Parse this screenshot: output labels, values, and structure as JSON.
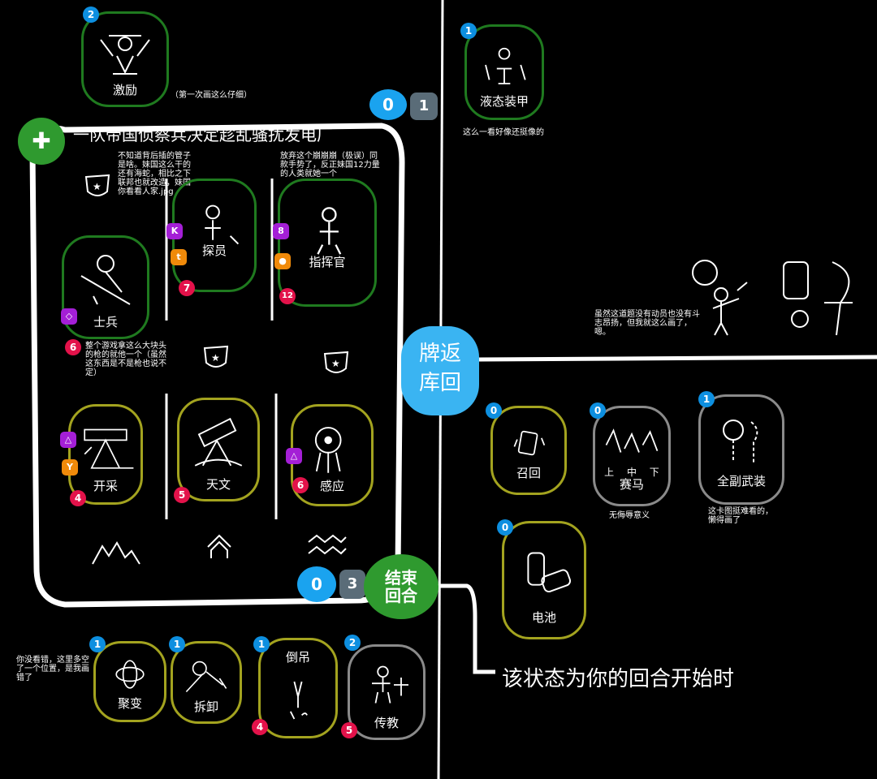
{
  "colors": {
    "green": "#1f7a1f",
    "olive": "#a3a31f",
    "grey": "#8a8a8a",
    "blue": "#3ab4f2",
    "cost": "#0d8fe0",
    "red": "#e3124a",
    "purple": "#a41fd6",
    "orange": "#f08a0a"
  },
  "top_card": {
    "cost": "2",
    "name": "激励",
    "note": "（第一次画这么仔细）"
  },
  "counters": {
    "left_zero": "0",
    "left_one": "1",
    "bottom_zero": "0",
    "bottom_three": "3"
  },
  "event": {
    "title": "一队帝国侦察兵决定趁乱骚扰发电厂"
  },
  "notes": {
    "pipe": "不知道背后插的管子是啥。妹国这么干的还有海蛇，相比之下联邦也就改造，妹国你看看人家.jpg",
    "pose": "放弃这个崩崩崩（极误）同款手势了，反正妹国12力量的人类就她一个",
    "gun": "整个游戏拿这么大块头的枪的就他一个（虽然这东西是不是枪也说不定）",
    "sprite": "虽然这道题没有动员也没有斗志昂扬，但我就这么画了，嗯。",
    "horse": "无侮辱意义",
    "armed": "这卡图挺难看的，懒得画了",
    "hand": "你没看错，这里多空了一个位置，是我画错了",
    "liquid": "这么一看好像还挺像的"
  },
  "field_cards": [
    {
      "name": "士兵",
      "power": "6",
      "tags": [
        "◇"
      ]
    },
    {
      "name": "探员",
      "power": "7",
      "tags": [
        "K",
        "t"
      ]
    },
    {
      "name": "指挥官",
      "power": "12",
      "tags": [
        "8",
        "●"
      ]
    },
    {
      "name": "开采",
      "power": "4",
      "tags": [
        "△",
        "Y"
      ]
    },
    {
      "name": "天文",
      "power": "5",
      "tags": []
    },
    {
      "name": "感应",
      "power": "6",
      "tags": [
        "△"
      ]
    }
  ],
  "return_deck": {
    "label": "牌返库回"
  },
  "right_cards": [
    {
      "name": "液态装甲",
      "cost": "1"
    },
    {
      "name": "召回",
      "cost": "0"
    },
    {
      "name": "赛马",
      "cost": "0",
      "sub": "上 中 下"
    },
    {
      "name": "全副武装",
      "cost": "1"
    },
    {
      "name": "电池",
      "cost": "0"
    }
  ],
  "end_turn": {
    "label": "结束回合"
  },
  "status_text": "该状态为你的回合开始时",
  "hand_cards": [
    {
      "name": "聚变",
      "cost": "1"
    },
    {
      "name": "拆卸",
      "cost": "1"
    },
    {
      "name": "倒吊",
      "cost": "1",
      "power": "4"
    },
    {
      "name": "传教",
      "cost": "2",
      "power": "5"
    }
  ]
}
